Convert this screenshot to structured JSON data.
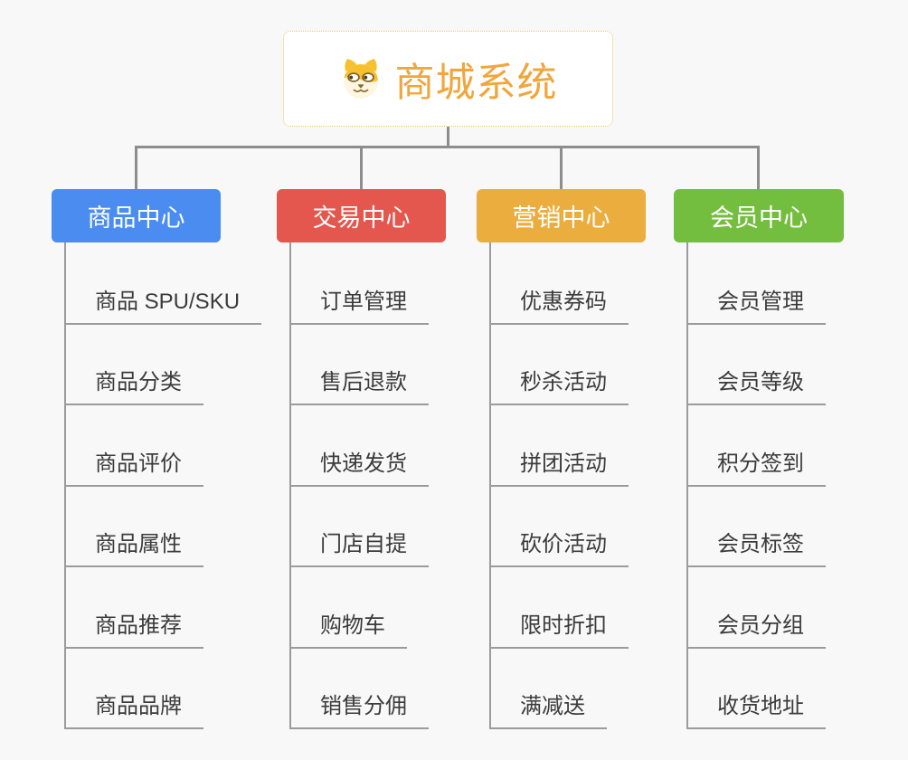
{
  "root": {
    "title": "商城系统",
    "icon": "shiba-dog-icon",
    "border_color": "#f3c163",
    "title_color": "#f0a63c",
    "background": "#ffffff"
  },
  "branches": [
    {
      "label": "商品中心",
      "color": "#4a8cf0",
      "items": [
        "商品 SPU/SKU",
        "商品分类",
        "商品评价",
        "商品属性",
        "商品推荐",
        "商品品牌"
      ]
    },
    {
      "label": "交易中心",
      "color": "#e4574e",
      "items": [
        "订单管理",
        "售后退款",
        "快递发货",
        "门店自提",
        "购物车",
        "销售分佣"
      ]
    },
    {
      "label": "营销中心",
      "color": "#ebad3e",
      "items": [
        "优惠券码",
        "秒杀活动",
        "拼团活动",
        "砍价活动",
        "限时折扣",
        "满减送"
      ]
    },
    {
      "label": "会员中心",
      "color": "#74be3f",
      "items": [
        "会员管理",
        "会员等级",
        "积分签到",
        "会员标签",
        "会员分组",
        "收货地址"
      ]
    }
  ],
  "colors": {
    "page_background": "#f8f8f8",
    "connector": "#8d8d8d",
    "leaf_underline": "#9b9b9b",
    "leaf_text": "#3b3b3b"
  }
}
